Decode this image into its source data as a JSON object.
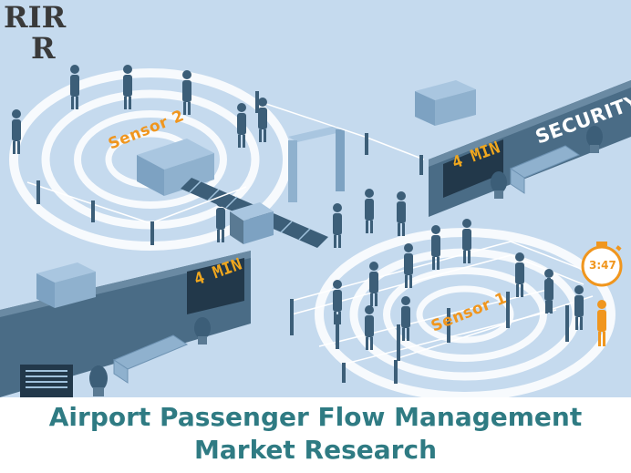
{
  "logo": {
    "top": "RIR",
    "bottom": "R"
  },
  "scene": {
    "sensor_2_label": "Sensor 2",
    "sensor_1_label": "Sensor 1",
    "security_sign": "SECURITY",
    "wait_time_sign_1": "4 MIN",
    "wait_time_sign_2": "4 MIN",
    "timer_display": "3:47",
    "colors": {
      "background": "#c8dcef",
      "floor": "#b9d3ea",
      "silhouette": "#3c5e78",
      "accent_orange": "#f0961e",
      "sign_dark": "#2f4a60",
      "title_teal": "#2f7b83"
    }
  },
  "title": {
    "line_1": "Airport Passenger Flow Management",
    "line_2": "Market Research"
  }
}
